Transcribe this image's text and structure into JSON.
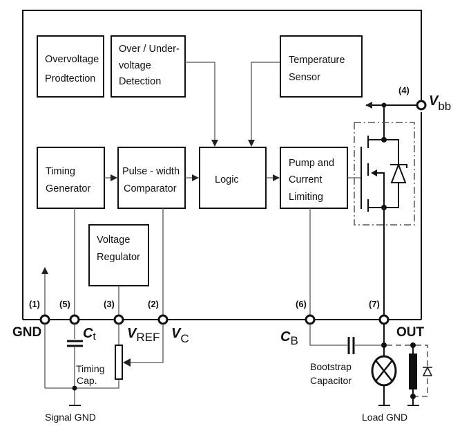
{
  "diagram": {
    "blocks": {
      "overvoltage": [
        "Overvoltage",
        "Prodtection"
      ],
      "over_under": [
        "Over / Under-",
        "voltage",
        "Detection"
      ],
      "temperature": [
        "Temperature",
        "Sensor"
      ],
      "timing": [
        "Timing",
        "Generator"
      ],
      "pwm": [
        "Pulse - width",
        "Comparator"
      ],
      "logic": [
        "Logic"
      ],
      "pump": [
        "Pump and",
        "Current",
        "Limiting"
      ],
      "regulator": [
        "Voltage",
        "Regulator"
      ]
    },
    "pins": {
      "p1": "(1)",
      "p5": "(5)",
      "p3": "(3)",
      "p2": "(2)",
      "p6": "(6)",
      "p7": "(7)",
      "p4": "(4)"
    },
    "pin_names": {
      "gnd": "GND",
      "ct_main": "C",
      "ct_sub": "t",
      "vref_main": "V",
      "vref_sub": "REF",
      "vc_main": "V",
      "vc_sub": "C",
      "cb_main": "C",
      "cb_sub": "B",
      "out": "OUT",
      "vbb_main": "V",
      "vbb_sub": "bb"
    },
    "external": {
      "timing_cap": [
        "Timing",
        "Cap."
      ],
      "signal_gnd": "Signal GND",
      "bootstrap": [
        "Bootstrap",
        "Capacitor"
      ],
      "load_gnd": "Load GND"
    }
  }
}
